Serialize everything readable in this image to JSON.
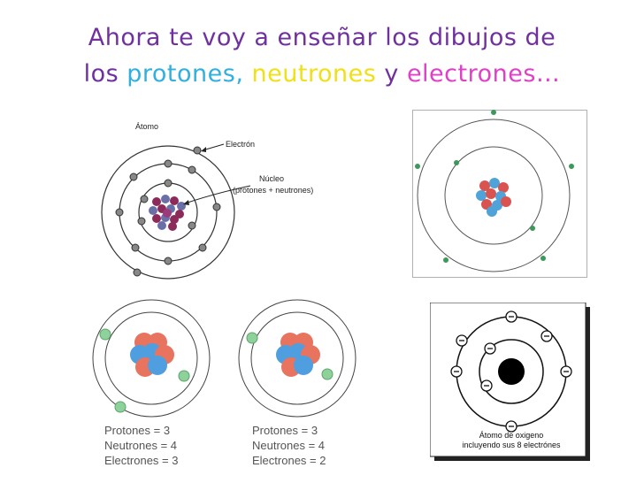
{
  "title": {
    "line1": "Ahora te voy a enseñar los dibujos de",
    "prefix": "los",
    "protones": "protones,",
    "neutrones": "neutrones",
    "y": "y",
    "electrones": "electrones…"
  },
  "colors": {
    "title": "#7030a0",
    "protones": "#31b0e0",
    "neutrones": "#f0e018",
    "electrones": "#e040c8"
  },
  "diagram1": {
    "label_atomo": "Átomo",
    "label_electron": "Electrón",
    "label_nucleo": "Núcleo",
    "label_nucleo_sub": "(protones + neutrones)"
  },
  "diagram3": {
    "protones": "Protones = 3",
    "neutrones": "Neutrones = 4",
    "electrones": "Electrones = 3"
  },
  "diagram4": {
    "protones": "Protones = 3",
    "neutrones": "Neutrones = 4",
    "electrones": "Electrones = 2"
  },
  "diagram5": {
    "caption_line1": "Átomo de oxigeno",
    "caption_line2": "incluyendo sus 8 electrónes",
    "electron_symbol": "⊖"
  }
}
